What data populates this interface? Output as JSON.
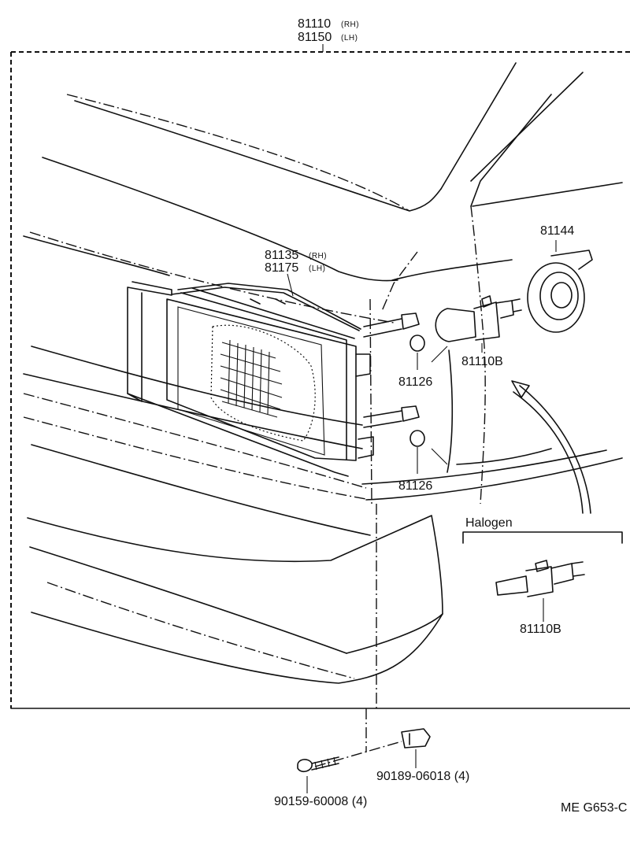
{
  "labels": {
    "assembly_rh": "81110",
    "assembly_rh_side": "(RH)",
    "assembly_lh": "81150",
    "assembly_lh_side": "(LH)",
    "unit_rh": "81135",
    "unit_rh_side": "(RH)",
    "unit_lh": "81175",
    "unit_lh_side": "(LH)",
    "socket": "81144",
    "bulb": "81110B",
    "adjuster_upper": "81126",
    "adjuster_lower": "81126",
    "halogen_title": "Halogen",
    "halogen_bulb": "81110B",
    "clip_part": "90189-06018 (4)",
    "screw_part": "90159-60008 (4)",
    "figure_code": "ME  G653-C"
  }
}
